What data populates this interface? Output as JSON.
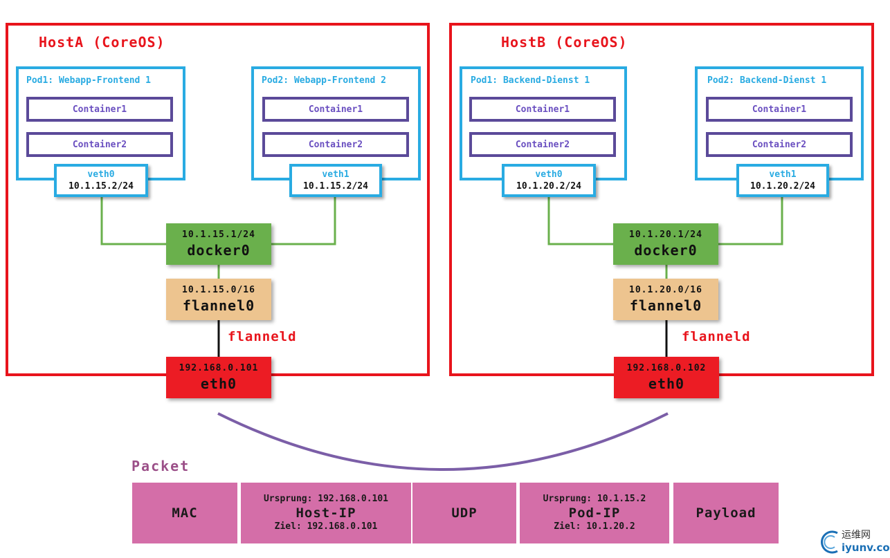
{
  "hostA": {
    "title": "HostA (CoreOS)",
    "pod1": {
      "title": "Pod1: Webapp-Frontend 1",
      "c1": "Container1",
      "c2": "Container2",
      "veth_name": "veth0",
      "veth_ip": "10.1.15.2/24"
    },
    "pod2": {
      "title": "Pod2: Webapp-Frontend 2",
      "c1": "Container1",
      "c2": "Container2",
      "veth_name": "veth1",
      "veth_ip": "10.1.15.2/24"
    },
    "docker0": {
      "ip": "10.1.15.1/24",
      "name": "docker0"
    },
    "flannel0": {
      "ip": "10.1.15.0/16",
      "name": "flannel0"
    },
    "flanneld": "flanneld",
    "eth0": {
      "ip": "192.168.0.101",
      "name": "eth0"
    }
  },
  "hostB": {
    "title": "HostB (CoreOS)",
    "pod1": {
      "title": "Pod1: Backend-Dienst 1",
      "c1": "Container1",
      "c2": "Container2",
      "veth_name": "veth0",
      "veth_ip": "10.1.20.2/24"
    },
    "pod2": {
      "title": "Pod2: Backend-Dienst 1",
      "c1": "Container1",
      "c2": "Container2",
      "veth_name": "veth1",
      "veth_ip": "10.1.20.2/24"
    },
    "docker0": {
      "ip": "10.1.20.1/24",
      "name": "docker0"
    },
    "flannel0": {
      "ip": "10.1.20.0/16",
      "name": "flannel0"
    },
    "flanneld": "flanneld",
    "eth0": {
      "ip": "192.168.0.102",
      "name": "eth0"
    }
  },
  "packet": {
    "label": "Packet",
    "mac": "MAC",
    "host_ip": {
      "source": "Ursprung: 192.168.0.101",
      "name": "Host-IP",
      "dest": "Ziel: 192.168.0.101"
    },
    "udp": "UDP",
    "pod_ip": {
      "source": "Ursprung: 10.1.15.2",
      "name": "Pod-IP",
      "dest": "Ziel: 10.1.20.2"
    },
    "payload": "Payload"
  },
  "watermark": {
    "cn": "运维网",
    "en": "iyunv.com"
  },
  "colors": {
    "host_border": "#e8141c",
    "pod_border": "#29abe2",
    "container_border": "#5b4a99",
    "docker": "#6ab04c",
    "flannel": "#edc48f",
    "eth": "#ec1c24",
    "packet": "#d46ea8",
    "arc": "#7b5ea7"
  }
}
